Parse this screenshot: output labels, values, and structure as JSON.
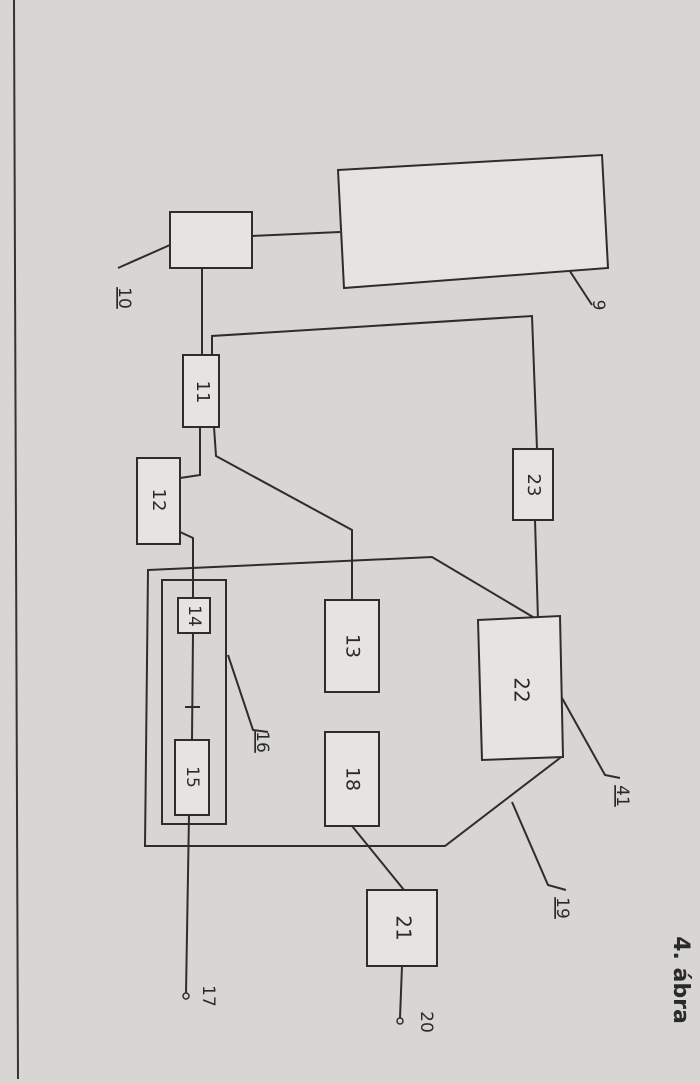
{
  "caption": "4. ábra",
  "colors": {
    "paper": "#d8d6d3",
    "box_fill": "#eceae6",
    "ink": "#2d2d2d"
  },
  "labels": {
    "b9": "9",
    "b10": "10",
    "b11": "11",
    "b12": "12",
    "b13": "13",
    "b14": "14",
    "b15": "15",
    "b16": "16",
    "b17": "17",
    "b18": "18",
    "b19": "19",
    "b20": "20",
    "b21": "21",
    "b22": "22",
    "b23": "23",
    "b41": "41"
  }
}
